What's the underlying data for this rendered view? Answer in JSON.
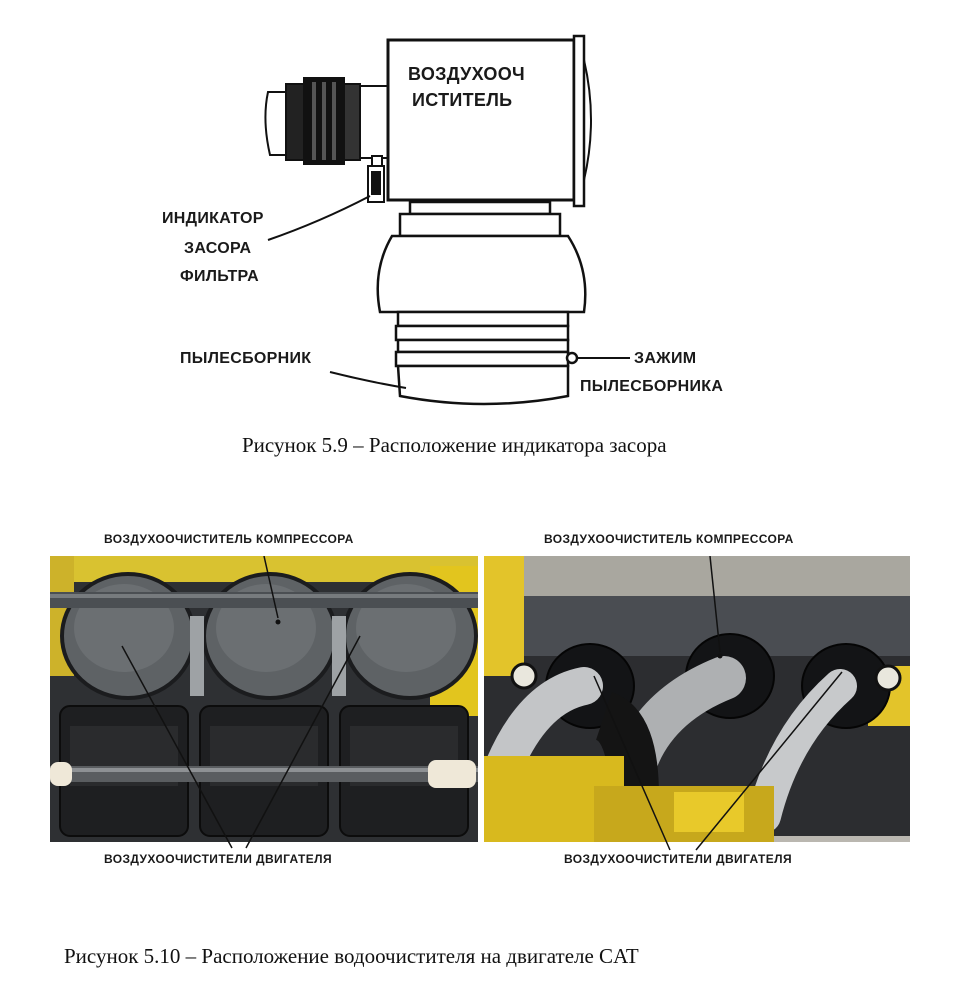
{
  "figure_1": {
    "box_label_line1": "ВОЗДУХООЧ",
    "box_label_line2": "ИСТИТЕЛЬ",
    "indicator_line1": "ИНДИКАТОР",
    "indicator_line2": "ЗАСОРА",
    "indicator_line3": "ФИЛЬТРА",
    "dust_collector": "ПЫЛЕСБОРНИК",
    "clamp_line1": "ЗАЖИМ",
    "clamp_line2": "ПЫЛЕСБОРНИКА",
    "caption": "Рисунок 5.9 – Расположение индикатора засора"
  },
  "figure_2": {
    "left_top_label": "ВОЗДУХООЧИСТИТЕЛЬ КОМПРЕССОРА",
    "left_bottom_label": "ВОЗДУХООЧИСТИТЕЛИ ДВИГАТЕЛЯ",
    "right_top_label": "ВОЗДУХООЧИСТИТЕЛЬ КОМПРЕССОРА",
    "right_bottom_label": "ВОЗДУХООЧИСТИТЕЛИ ДВИГАТЕЛЯ",
    "caption": "Рисунок 5.10 – Расположение водоочистителя на двигателе CAT"
  }
}
